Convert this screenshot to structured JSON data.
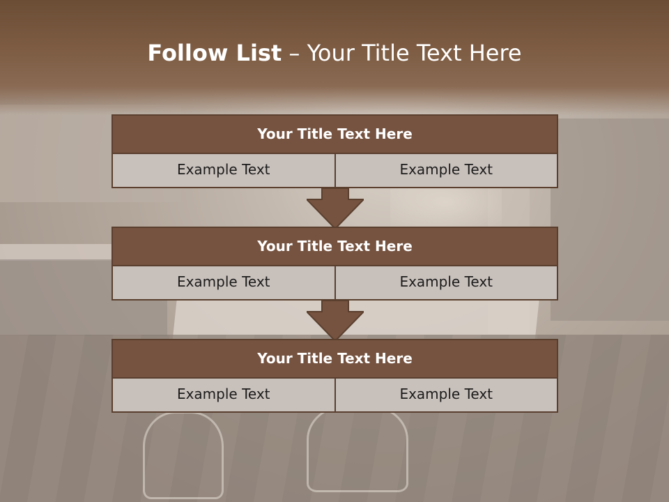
{
  "slide": {
    "title_bold": "Follow List",
    "title_rest": " – Your Title Text Here",
    "colors": {
      "header_brown": "#6b4d35",
      "block_title_fill": "#765340",
      "block_border": "#5a3f2e",
      "cell_fill": "#c8c0bb"
    }
  },
  "blocks": [
    {
      "title": "Your Title Text Here",
      "cells": [
        "Example Text",
        "Example Text"
      ]
    },
    {
      "title": "Your Title Text Here",
      "cells": [
        "Example Text",
        "Example Text"
      ]
    },
    {
      "title": "Your Title Text Here",
      "cells": [
        "Example Text",
        "Example Text"
      ]
    }
  ]
}
